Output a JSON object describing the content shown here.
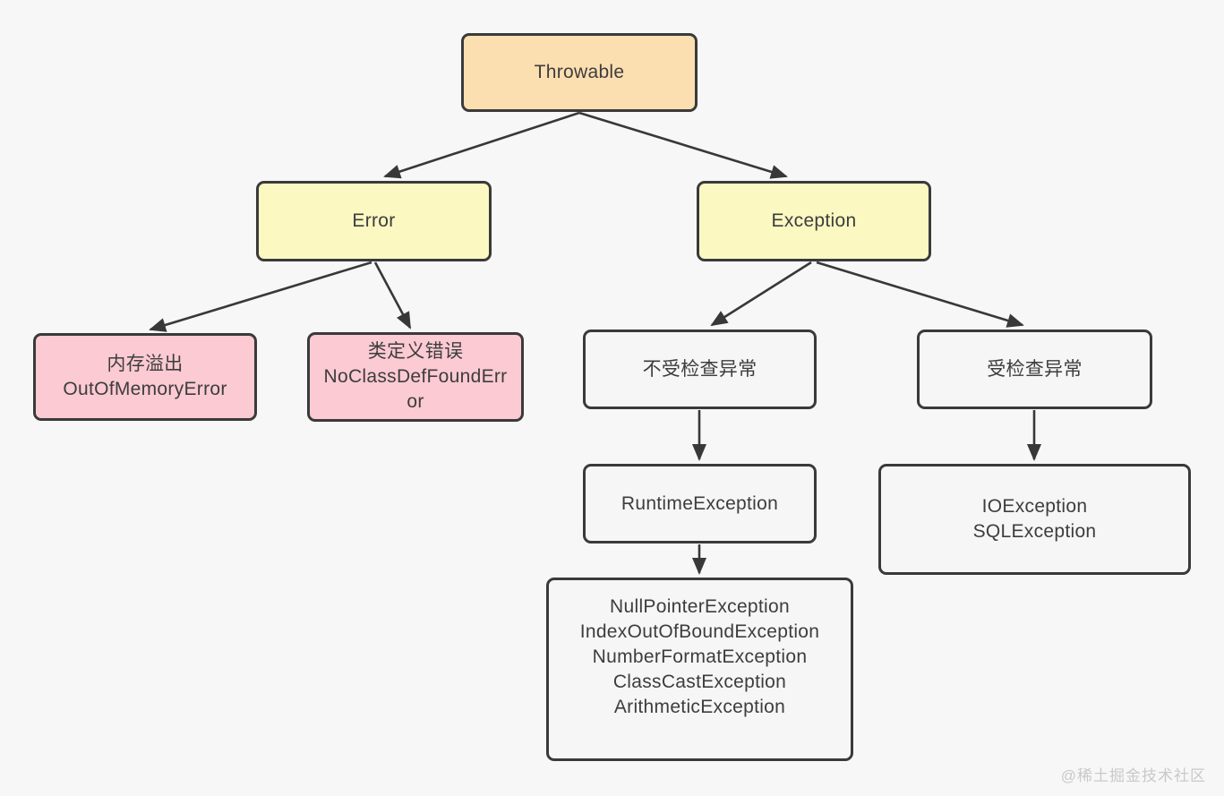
{
  "diagram": {
    "type": "flowchart-tree",
    "topic": "Java Throwable exception hierarchy",
    "colors": {
      "background": "#f7f7f7",
      "border": "#3a3a3a",
      "arrow": "#383838",
      "root_fill": "#fcdfb0",
      "level2_fill": "#fbf8c2",
      "error_leaf_fill": "#fccad3",
      "exception_fill": "#f6f6f6",
      "text": "#3d3d3d",
      "watermark_text": "#c9c9c9"
    },
    "nodes": [
      {
        "id": "throwable",
        "label": "Throwable"
      },
      {
        "id": "error",
        "label": "Error"
      },
      {
        "id": "exception",
        "label": "Exception"
      },
      {
        "id": "oom",
        "label": "内存溢出\nOutOfMemoryError"
      },
      {
        "id": "nocls",
        "label": "类定义错误\nNoClassDefFoundError"
      },
      {
        "id": "unchecked",
        "label": "不受检查异常"
      },
      {
        "id": "checked",
        "label": "受检查异常"
      },
      {
        "id": "runtime",
        "label": "RuntimeException"
      },
      {
        "id": "iosql",
        "label": "IOException\nSQLException"
      },
      {
        "id": "list",
        "label": "NullPointerException\nIndexOutOfBoundException\nNumberFormatException\nClassCastException\nArithmeticException"
      }
    ],
    "edges": [
      {
        "from": "throwable",
        "to": "error"
      },
      {
        "from": "throwable",
        "to": "exception"
      },
      {
        "from": "error",
        "to": "oom"
      },
      {
        "from": "error",
        "to": "nocls"
      },
      {
        "from": "exception",
        "to": "unchecked"
      },
      {
        "from": "exception",
        "to": "checked"
      },
      {
        "from": "unchecked",
        "to": "runtime"
      },
      {
        "from": "runtime",
        "to": "list"
      },
      {
        "from": "checked",
        "to": "iosql"
      }
    ],
    "watermark": "@稀土掘金技术社区"
  }
}
